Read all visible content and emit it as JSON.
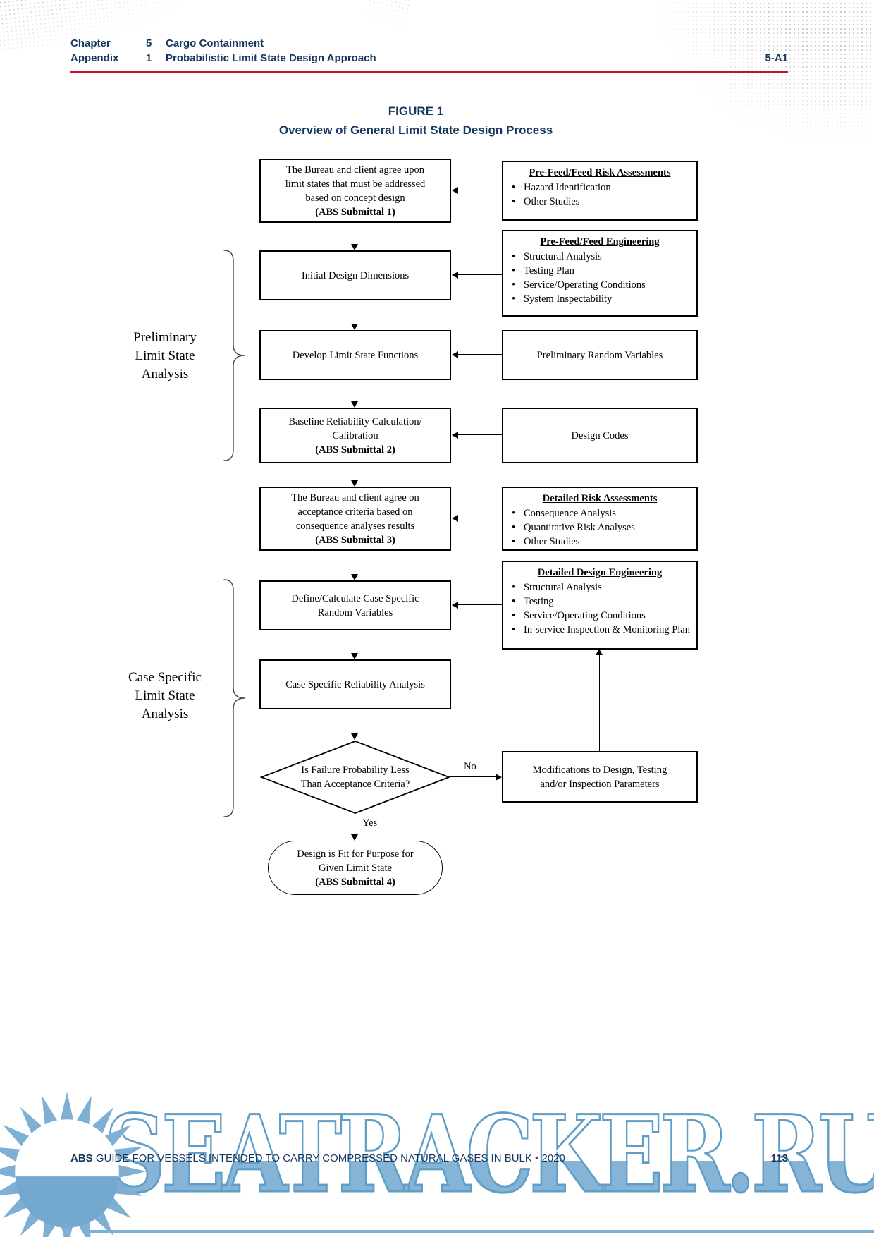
{
  "header": {
    "chapter_label": "Chapter",
    "chapter_num": "5",
    "chapter_title": "Cargo Containment",
    "appendix_label": "Appendix",
    "appendix_num": "1",
    "appendix_title": "Probabilistic Limit State Design Approach",
    "page_ref": "5-A1"
  },
  "figure": {
    "label": "FIGURE 1",
    "title": "Overview of General Limit State Design Process"
  },
  "flow": {
    "main_boxes": [
      {
        "lines": [
          "The Bureau and client agree upon",
          "limit states that must be addressed",
          "based on concept design"
        ],
        "submittal": "(ABS Submittal 1)"
      },
      {
        "lines": [
          "Initial Design Dimensions"
        ]
      },
      {
        "lines": [
          "Develop Limit State Functions"
        ]
      },
      {
        "lines": [
          "Baseline Reliability Calculation/",
          "Calibration"
        ],
        "submittal": "(ABS Submittal 2)"
      },
      {
        "lines": [
          "The Bureau and client agree on",
          "acceptance criteria based on",
          "consequence analyses results"
        ],
        "submittal": "(ABS Submittal 3)"
      },
      {
        "lines": [
          "Define/Calculate Case Specific",
          "Random Variables"
        ]
      },
      {
        "lines": [
          "Case Specific Reliability Analysis"
        ]
      }
    ],
    "decision": {
      "lines": [
        "Is Failure Probability Less",
        "Than Acceptance Criteria?"
      ]
    },
    "terminal": {
      "lines": [
        "Design is Fit for Purpose for",
        "Given Limit State"
      ],
      "submittal": "(ABS Submittal 4)"
    },
    "side_boxes": [
      {
        "heading": "Pre-Feed/Feed Risk Assessments",
        "bullets": [
          "Hazard Identification",
          "Other Studies"
        ]
      },
      {
        "heading": "Pre-Feed/Feed Engineering",
        "bullets": [
          "Structural Analysis",
          "Testing Plan",
          "Service/Operating Conditions",
          "System Inspectability"
        ]
      },
      {
        "text": "Preliminary Random Variables"
      },
      {
        "text": "Design Codes"
      },
      {
        "heading": "Detailed Risk Assessments",
        "bullets": [
          "Consequence Analysis",
          "Quantitative Risk Analyses",
          "Other Studies"
        ]
      },
      {
        "heading": "Detailed Design Engineering",
        "bullets": [
          "Structural Analysis",
          "Testing",
          "Service/Operating Conditions",
          "In-service Inspection & Monitoring Plan"
        ]
      },
      {
        "lines": [
          "Modifications to Design, Testing",
          "and/or Inspection Parameters"
        ]
      }
    ],
    "edge_labels": {
      "no": "No",
      "yes": "Yes"
    },
    "group_labels": [
      {
        "lines": [
          "Preliminary",
          "Limit State",
          "Analysis"
        ]
      },
      {
        "lines": [
          "Case Specific",
          "Limit State",
          "Analysis"
        ]
      }
    ]
  },
  "footer": {
    "brand": "ABS",
    "text": "GUIDE FOR VESSELS INTENDED TO CARRY COMPRESSED NATURAL GASES IN BULK",
    "separator": "•",
    "year": "2020",
    "page_number": "113"
  },
  "watermark": {
    "text": "SEATRACKER.RU"
  },
  "colors": {
    "navy": "#17375e",
    "red": "#c8102e",
    "watermark_blue": "#85b4d6",
    "line_black": "#000000"
  }
}
